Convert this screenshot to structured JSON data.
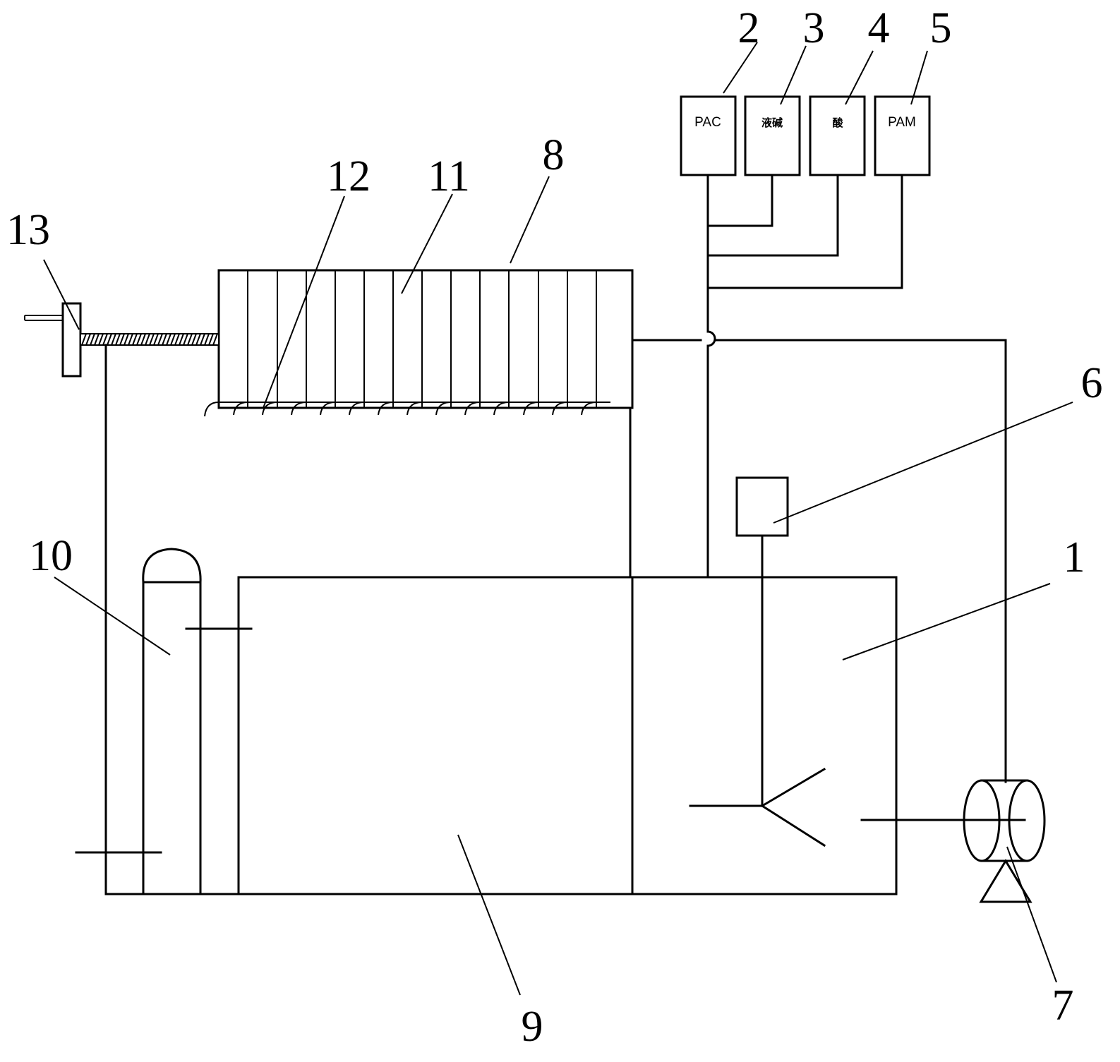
{
  "callouts": {
    "n1": "1",
    "n2": "2",
    "n3": "3",
    "n4": "4",
    "n5": "5",
    "n6": "6",
    "n7": "7",
    "n8": "8",
    "n9": "9",
    "n10": "10",
    "n11": "11",
    "n12": "12",
    "n13": "13"
  },
  "tanks": {
    "t2_label": "PAC",
    "t3_label": "液碱",
    "t4_label": "酸",
    "t5_label": "PAM"
  },
  "colors": {
    "line": "#000000",
    "background": "#ffffff"
  }
}
